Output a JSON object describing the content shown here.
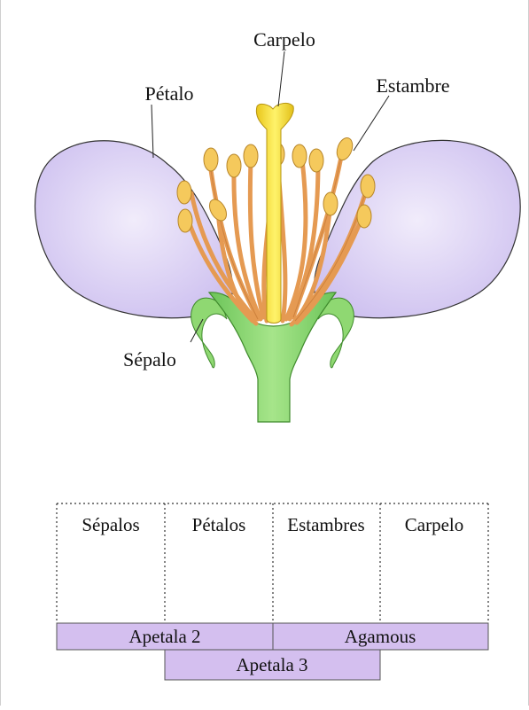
{
  "labels": {
    "carpel": "Carpelo",
    "petal": "Pétalo",
    "stamen": "Estambre",
    "sepal": "Sépalo"
  },
  "regions": [
    "Sépalos",
    "Pétalos",
    "Estambres",
    "Carpelo"
  ],
  "genes": {
    "ap2": "Apetala 2",
    "agamous": "Agamous",
    "ap3": "Apetala 3"
  },
  "colors": {
    "petal": "#d9cff4",
    "sepal": "#8fd872",
    "stamen_filament": "#e59a52",
    "anther": "#f5c95c",
    "carpel": "#f5e23a",
    "gene_bar": "#d4bfef"
  }
}
